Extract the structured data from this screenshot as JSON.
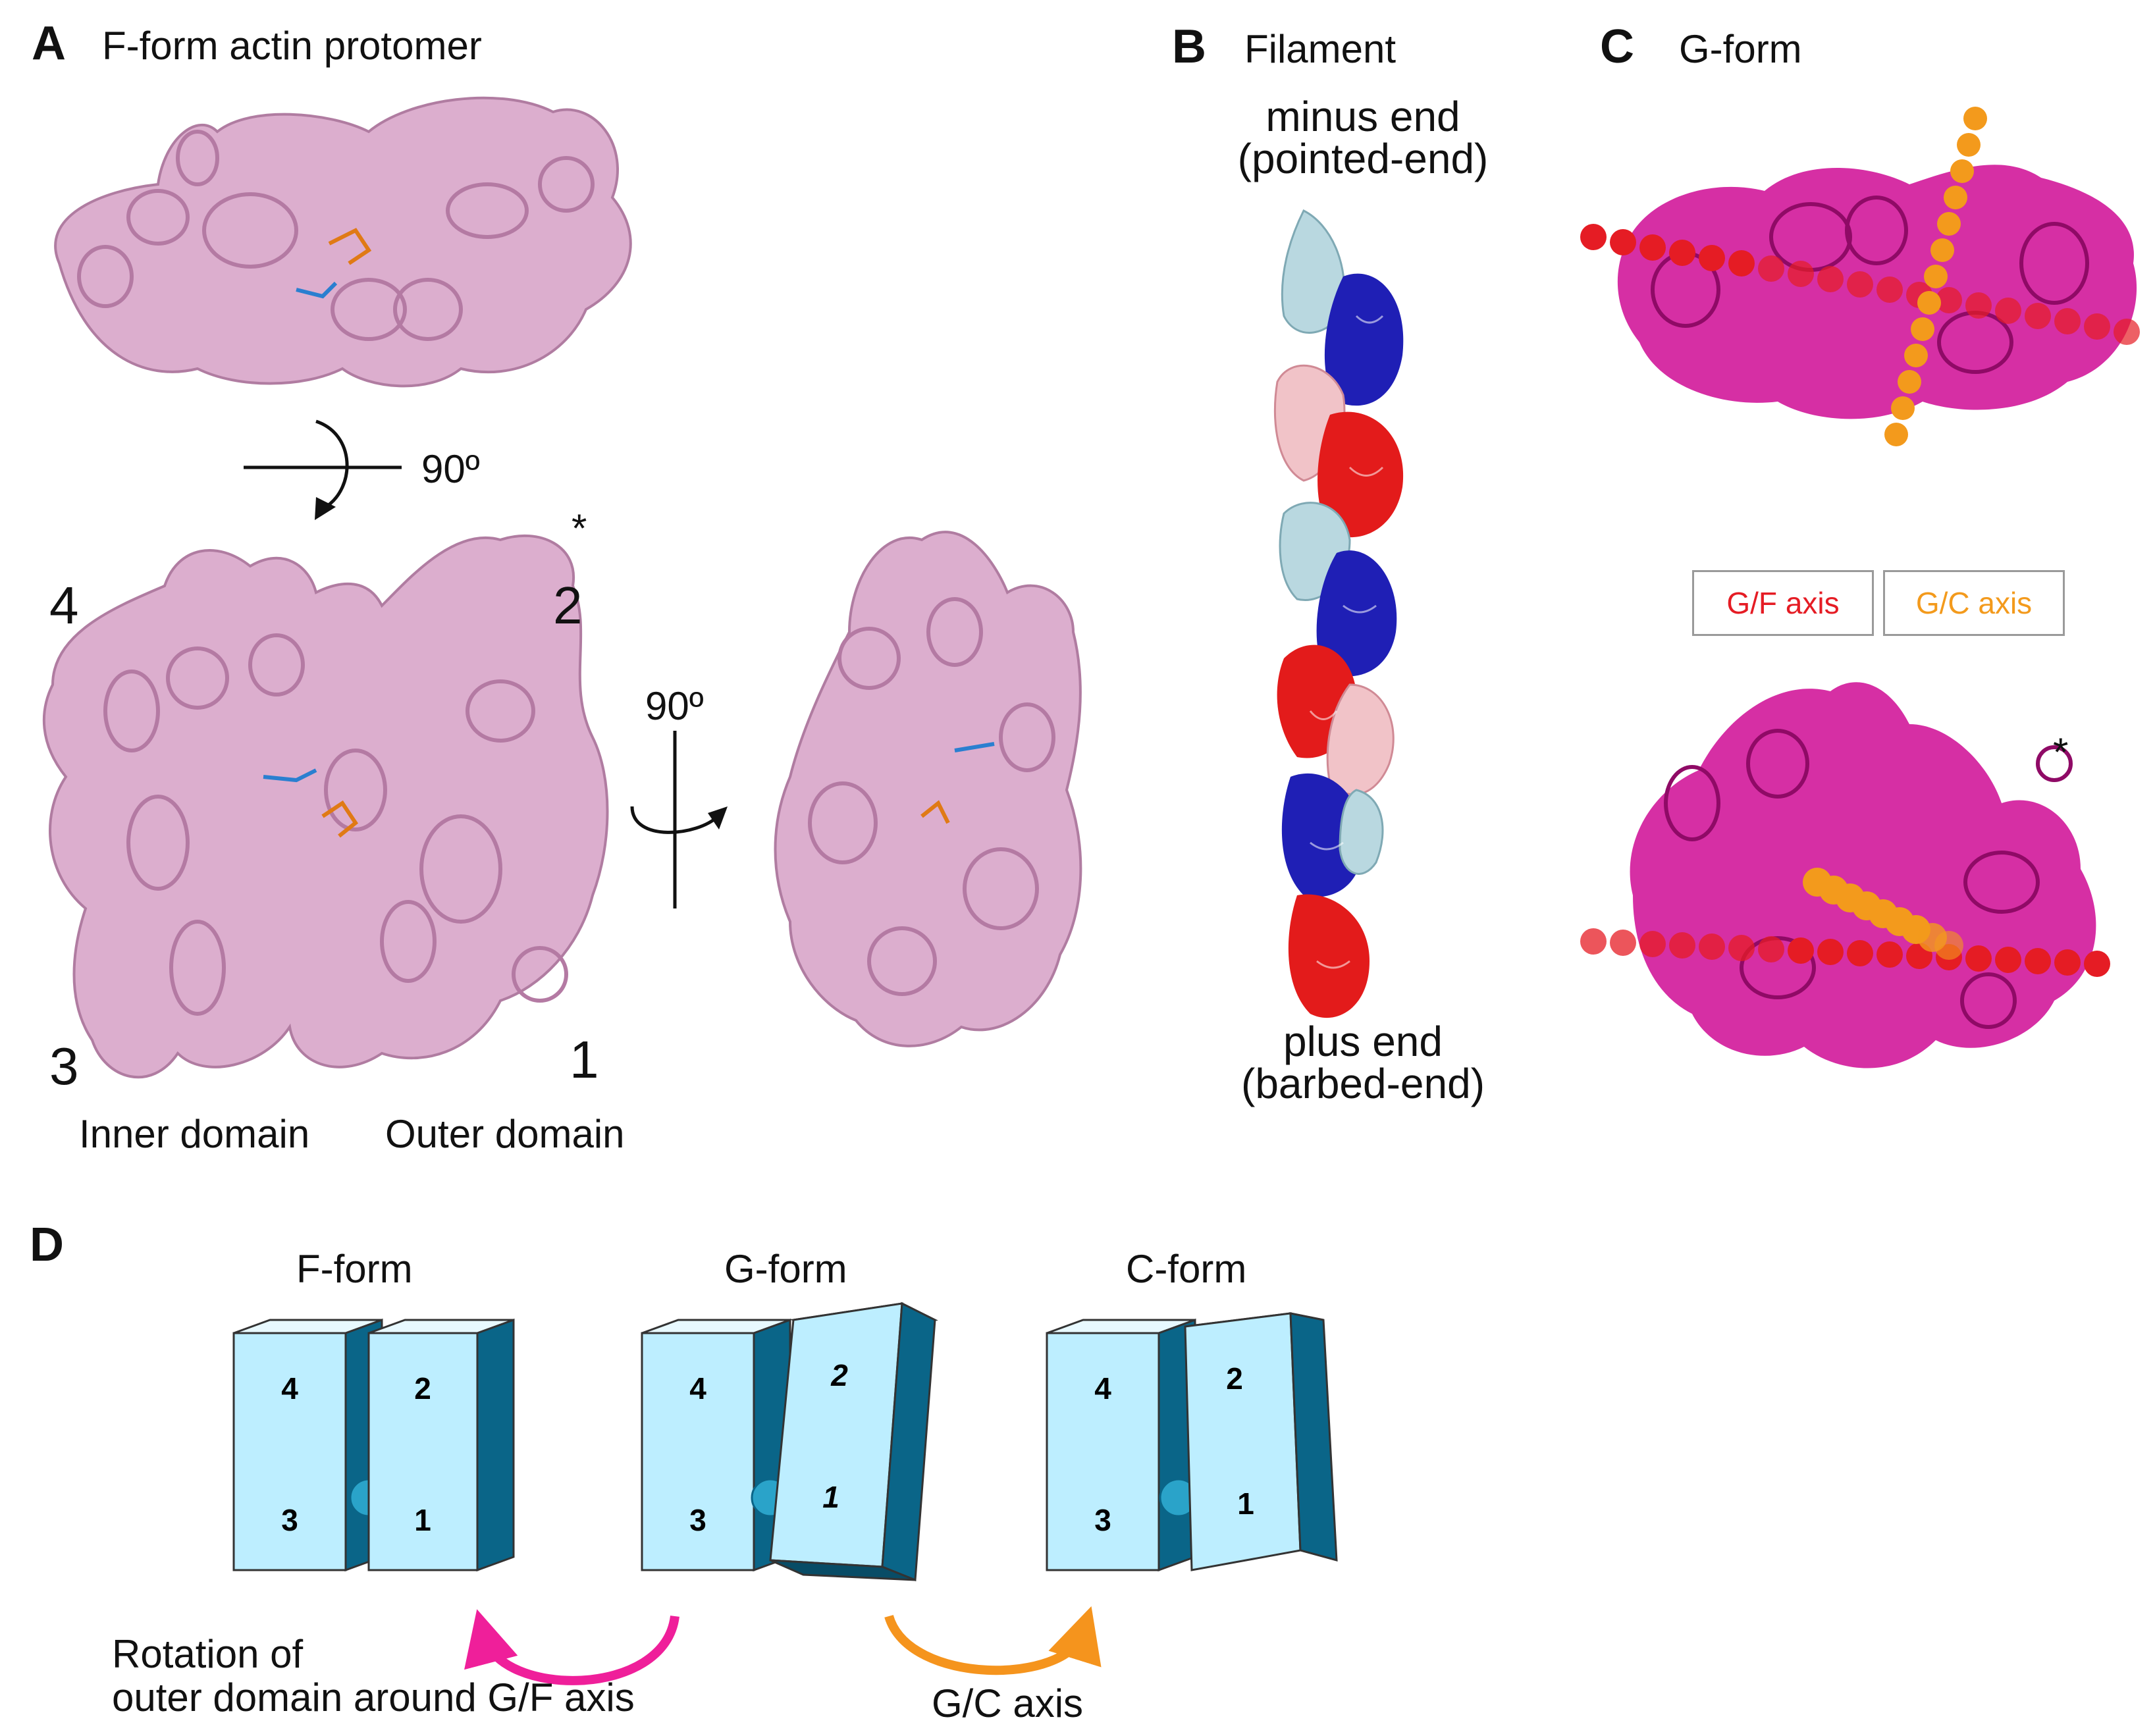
{
  "panelA": {
    "letter": "A",
    "title": "F-form actin protomer",
    "rotation1": "90º",
    "rotation2": "90º",
    "asterisk": "*",
    "subdomain_4": "4",
    "subdomain_2": "2",
    "subdomain_3": "3",
    "subdomain_1": "1",
    "inner_domain": "Inner domain",
    "outer_domain": "Outer domain"
  },
  "panelB": {
    "letter": "B",
    "title": "Filament",
    "minus_end_line1": "minus end",
    "minus_end_line2": "(pointed-end)",
    "plus_end_line1": "plus end",
    "plus_end_line2": "(barbed-end)"
  },
  "panelC": {
    "letter": "C",
    "title": "G-form",
    "legend_gf": "G/F axis",
    "legend_gc": "G/C axis",
    "asterisk": "*"
  },
  "panelD": {
    "letter": "D",
    "forms": [
      {
        "title": "F-form",
        "left": {
          "top": "4",
          "bottom": "3"
        },
        "right": {
          "top": "2",
          "bottom": "1"
        }
      },
      {
        "title": "G-form",
        "left": {
          "top": "4",
          "bottom": "3"
        },
        "right": {
          "top": "2",
          "bottom": "1"
        }
      },
      {
        "title": "C-form",
        "left": {
          "top": "4",
          "bottom": "3"
        },
        "right": {
          "top": "2",
          "bottom": "1"
        }
      }
    ],
    "caption_line1": "Rotation of",
    "caption_line2": "outer domain around G/F axis",
    "gc_caption": "G/C axis"
  },
  "colors": {
    "actin_pink": "#c98fb8",
    "gform_magenta": "#d21d9c",
    "gf_axis_red": "#e51c24",
    "gc_axis_orange": "#f39a1c",
    "filament_blue": "#1f1fb5",
    "filament_red": "#e31b1b",
    "filament_lightblue": "#b9d8e0",
    "box_light": "#bdeeff",
    "box_dark": "#0a6588",
    "arrow_pink": "#ef1f9a",
    "arrow_orange": "#f5941d"
  }
}
